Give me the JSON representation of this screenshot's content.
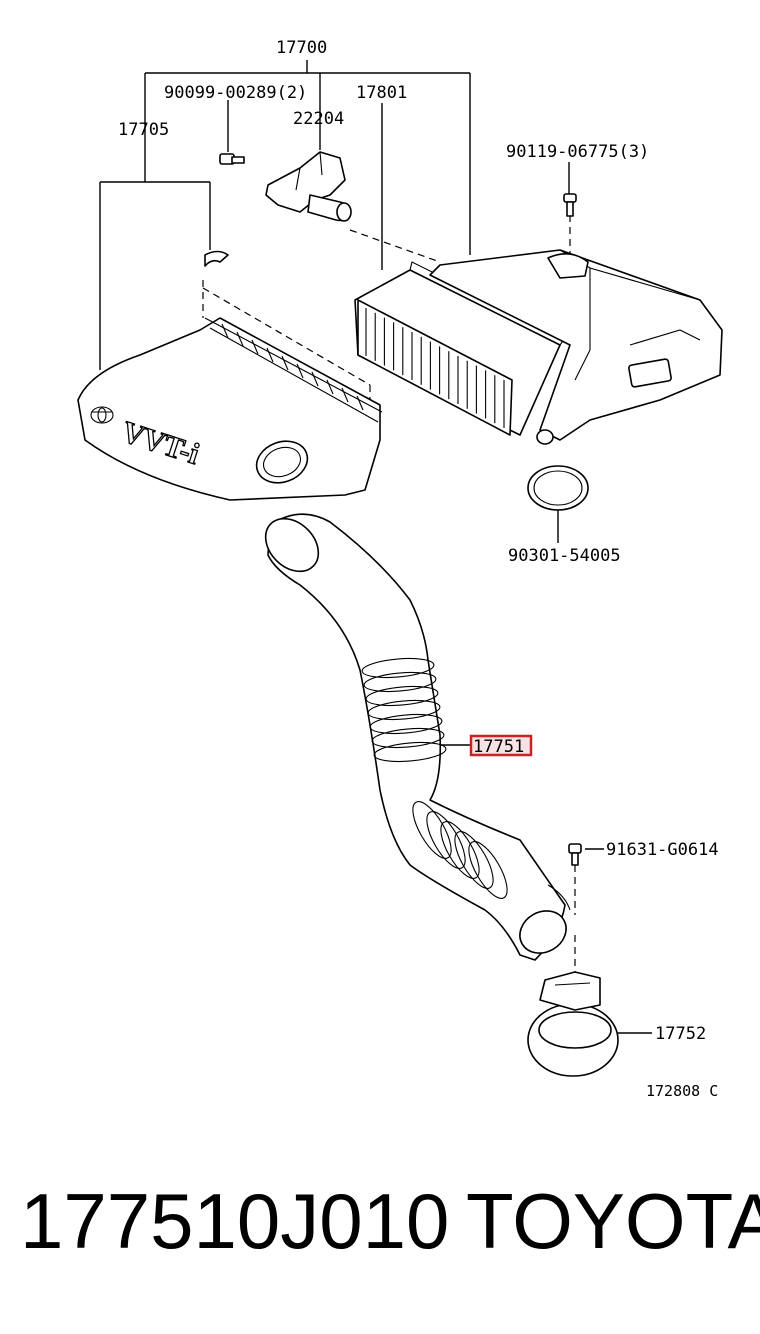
{
  "callouts": {
    "assy_air_cleaner": "17700",
    "bolt_maf": "90099-00289(2)",
    "case_cap": "17705",
    "maf_sensor": "22204",
    "filter_element": "17801",
    "bolt_case": "90119-06775(3)",
    "gasket_ring": "90301-54005",
    "hose_highlighted": "17751",
    "bolt_clamp": "91631-G0614",
    "clamp": "17752",
    "illustration_code": "172808 C"
  },
  "cover_emblem_text": "VVT-i",
  "highlight_color": "#cc2222",
  "footer": {
    "part_number": "177510J010",
    "brand": "TOYOTA"
  }
}
